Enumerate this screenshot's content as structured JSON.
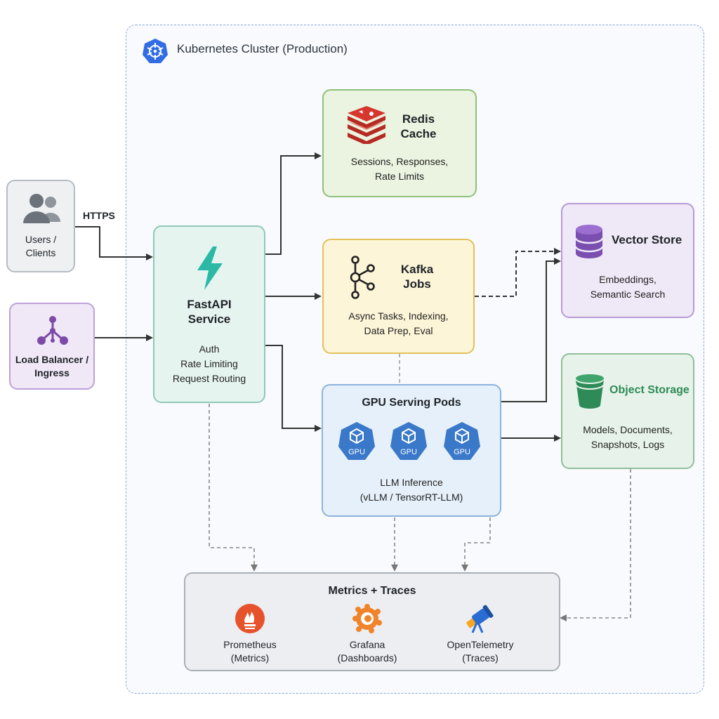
{
  "cluster": {
    "title": "Kubernetes Cluster (Production)",
    "icon": "kubernetes-icon"
  },
  "users": {
    "label": "Users /\nClients",
    "icon": "users-icon"
  },
  "edge_label": "HTTPS",
  "load_balancer": {
    "label": "Load Balancer /\nIngress",
    "icon": "load-balancer-icon"
  },
  "fastapi": {
    "title": "FastAPI\nService",
    "body": "Auth\nRate Limiting\nRequest Routing",
    "icon": "lightning-icon"
  },
  "redis": {
    "title": "Redis\nCache",
    "body": "Sessions, Responses,\nRate Limits",
    "icon": "redis-icon"
  },
  "kafka": {
    "title": "Kafka\nJobs",
    "body": "Async Tasks, Indexing,\nData Prep, Eval",
    "icon": "kafka-icon"
  },
  "vector": {
    "title": "Vector Store",
    "body": "Embeddings,\nSemantic Search",
    "icon": "database-icon"
  },
  "object_storage": {
    "title": "Object Storage",
    "body": "Models, Documents,\nSnapshots, Logs",
    "icon": "bucket-icon"
  },
  "gpu": {
    "title": "GPU Serving Pods",
    "badges": [
      "GPU",
      "GPU",
      "GPU"
    ],
    "body": "LLM Inference\n(vLLM / TensorRT-LLM)",
    "icon": "gpu-icon"
  },
  "metrics": {
    "title": "Metrics + Traces",
    "tools": [
      {
        "label": "Prometheus\n(Metrics)",
        "icon": "prometheus-icon"
      },
      {
        "label": "Grafana\n(Dashboards)",
        "icon": "grafana-icon"
      },
      {
        "label": "OpenTelemetry\n(Traces)",
        "icon": "telescope-icon"
      }
    ]
  },
  "colors": {
    "cluster_border": "#8aa6d6",
    "redis_fill": "#eaf4e0",
    "redis_border": "#8fc07a",
    "kafka_fill": "#fdf5d8",
    "kafka_border": "#e2c15a",
    "vector_fill": "#efe8f6",
    "vector_border": "#b79ad6",
    "object_fill": "#e7f3ea",
    "object_border": "#8fbf9a",
    "gpu_fill": "#e6f0fa",
    "gpu_border": "#8cb3dc",
    "fastapi_fill": "#e6f4f0",
    "fastapi_border": "#8fc9b8",
    "metrics_fill": "#eceef1",
    "metrics_border": "#aab0b8",
    "accent_teal": "#2bb9a6",
    "redis_red": "#d7362f",
    "gpu_blue": "#3a78c9",
    "vector_purple": "#7a4fb0",
    "bucket_green": "#2e8b57",
    "prometheus_orange": "#e6522c",
    "grafana_orange": "#f0842a"
  }
}
